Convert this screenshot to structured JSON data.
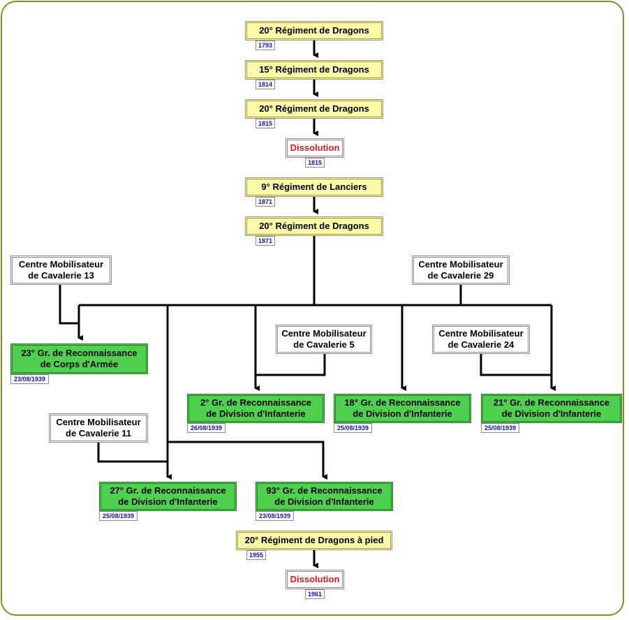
{
  "nodes": {
    "n1": {
      "line1": "20° Régiment de Dragons",
      "date": "1793"
    },
    "n2": {
      "line1": "15° Régiment de Dragons",
      "date": "1814"
    },
    "n3": {
      "line1": "20° Régiment de Dragons",
      "date": "1815"
    },
    "n4": {
      "line1": "Dissolution",
      "date": "1815"
    },
    "n5": {
      "line1": "9° Régiment de Lanciers",
      "date": "1871"
    },
    "n6": {
      "line1": "20° Régiment de Dragons",
      "date": "1871"
    },
    "cm13": {
      "line1": "Centre Mobilisateur",
      "line2": "de Cavalerie 13"
    },
    "cm29": {
      "line1": "Centre Mobilisateur",
      "line2": "de Cavalerie 29"
    },
    "cm5": {
      "line1": "Centre Mobilisateur",
      "line2": "de Cavalerie 5"
    },
    "cm24": {
      "line1": "Centre Mobilisateur",
      "line2": "de Cavalerie 24"
    },
    "cm11": {
      "line1": "Centre Mobilisateur",
      "line2": "de Cavalerie 11"
    },
    "g23": {
      "line1": "23° Gr. de Reconnaissance",
      "line2": "de Corps d'Armée",
      "date": "23/08/1939"
    },
    "g2": {
      "line1": "2° Gr. de Reconnaissance",
      "line2": "de Division d'Infanterie",
      "date": "26/08/1939"
    },
    "g18": {
      "line1": "18° Gr. de Reconnaissance",
      "line2": "de Division d'Infanterie",
      "date": "25/08/1939"
    },
    "g21": {
      "line1": "21° Gr. de Reconnaissance",
      "line2": "de Division d'Infanterie",
      "date": "25/08/1939"
    },
    "g27": {
      "line1": "27° Gr. de Reconnaissance",
      "line2": "de Division d'Infanterie",
      "date": "25/08/1939"
    },
    "g93": {
      "line1": "93° Gr. de Reconnaissance",
      "line2": "de Division d'Infanterie",
      "date": "23/08/1939"
    },
    "n7": {
      "line1": "20° Régiment de Dragons à pied",
      "date": "1955"
    },
    "n8": {
      "line1": "Dissolution",
      "date": "1961"
    }
  },
  "colors": {
    "regiment": "#fcf8a8",
    "group": "#4fd14f",
    "centre": "#ffffff",
    "dissolution_text": "#e0161a",
    "date_text": "#1515b8",
    "frame": "#8a8a1e"
  }
}
